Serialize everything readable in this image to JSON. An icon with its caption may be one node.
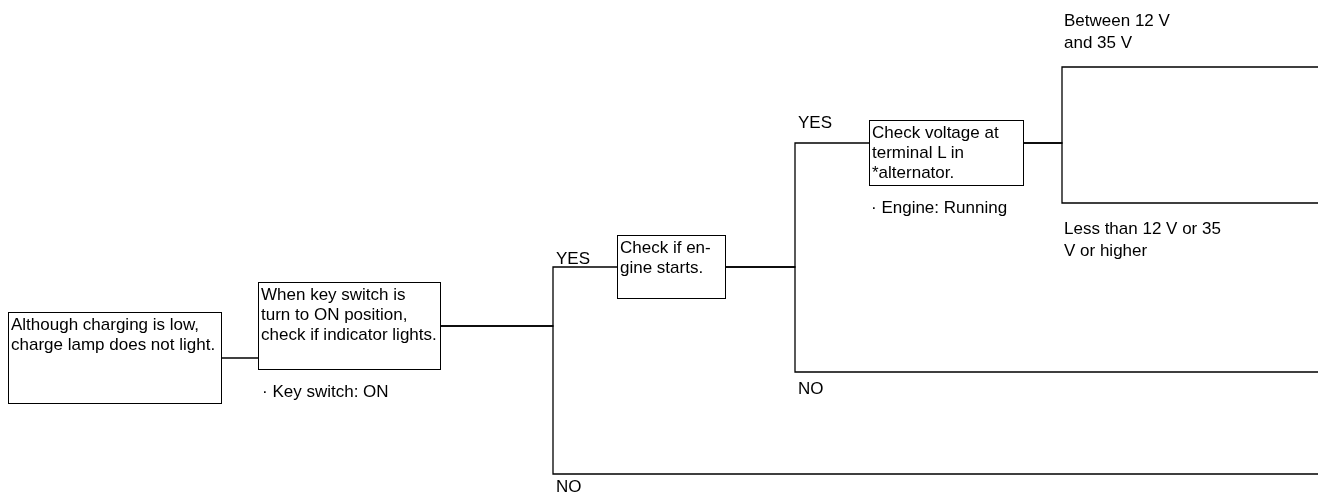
{
  "diagram": {
    "nodes": [
      {
        "text": [
          "Although charging is low, charge lamp does not light."
        ]
      },
      {
        "text": [
          "When key switch is turn to ON position, check if indicator lights."
        ],
        "beside": [
          "· Key switch: ON"
        ]
      },
      {
        "text": [
          "Check if en- gine starts."
        ]
      },
      {
        "text": [
          "Check voltage at terminal L in *alternator."
        ],
        "beside": [
          "· Engine: Running"
        ]
      }
    ],
    "edges": [
      {
        "from": 0,
        "to": 1,
        "arrow": "none"
      },
      {
        "from": 1,
        "to": 2,
        "arrow": "none",
        "label": "YES"
      },
      {
        "from": 1,
        "to": null,
        "arrow": "none",
        "label": "NO"
      },
      {
        "from": 2,
        "to": 3,
        "arrow": "none",
        "label": "YES"
      },
      {
        "from": 2,
        "to": null,
        "arrow": "none",
        "label": "NO"
      },
      {
        "from": 3,
        "to": null,
        "arrow": "none",
        "label": "Between 12 V and 35 V"
      },
      {
        "from": 3,
        "to": null,
        "arrow": "none",
        "label": "Less than 12 V or 35 V or higher"
      }
    ]
  }
}
